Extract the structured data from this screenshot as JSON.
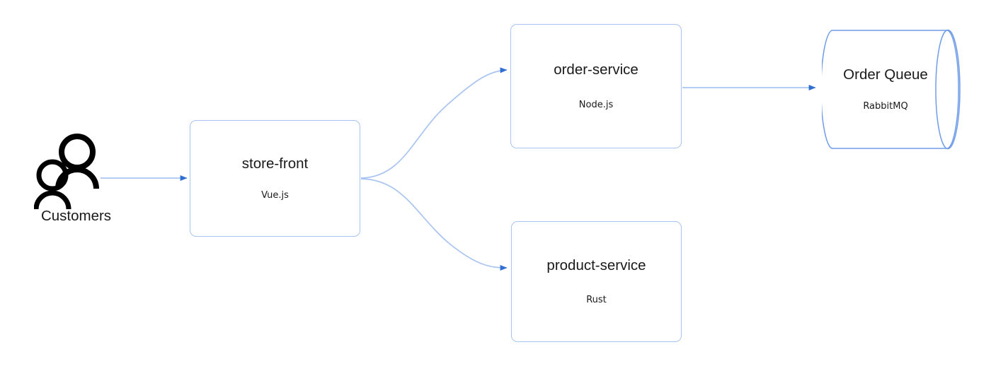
{
  "diagram": {
    "kind": "architecture-flow-diagram",
    "background": "#ffffff",
    "edge_line_color": "#a9c4f0",
    "edge_arrow_color": "#2f6fd0",
    "node_border_color": "#a9c4f0",
    "node_fill_color": "#ffffff",
    "text_color": "#1a1a1a"
  },
  "actors": {
    "customers": {
      "label": "Customers",
      "icon": "two-people-icon"
    }
  },
  "nodes": [
    {
      "id": "store-front",
      "shape": "rounded-rectangle",
      "title": "store-front",
      "subtitle": "Vue.js"
    },
    {
      "id": "order-service",
      "shape": "rounded-rectangle",
      "title": "order-service",
      "subtitle": "Node.js"
    },
    {
      "id": "product-service",
      "shape": "rounded-rectangle",
      "title": "product-service",
      "subtitle": "Rust"
    },
    {
      "id": "order-queue",
      "shape": "cylinder",
      "title": "Order Queue",
      "subtitle": "RabbitMQ"
    }
  ],
  "edges": [
    {
      "id": "customers-to-store-front",
      "from": "customers",
      "to": "store-front",
      "style": "straight",
      "arrow": "end"
    },
    {
      "id": "store-front-to-order-service",
      "from": "store-front",
      "to": "order-service",
      "style": "curved",
      "arrow": "end"
    },
    {
      "id": "store-front-to-product-service",
      "from": "store-front",
      "to": "product-service",
      "style": "curved",
      "arrow": "end"
    },
    {
      "id": "order-service-to-order-queue",
      "from": "order-service",
      "to": "order-queue",
      "style": "straight",
      "arrow": "end"
    }
  ]
}
